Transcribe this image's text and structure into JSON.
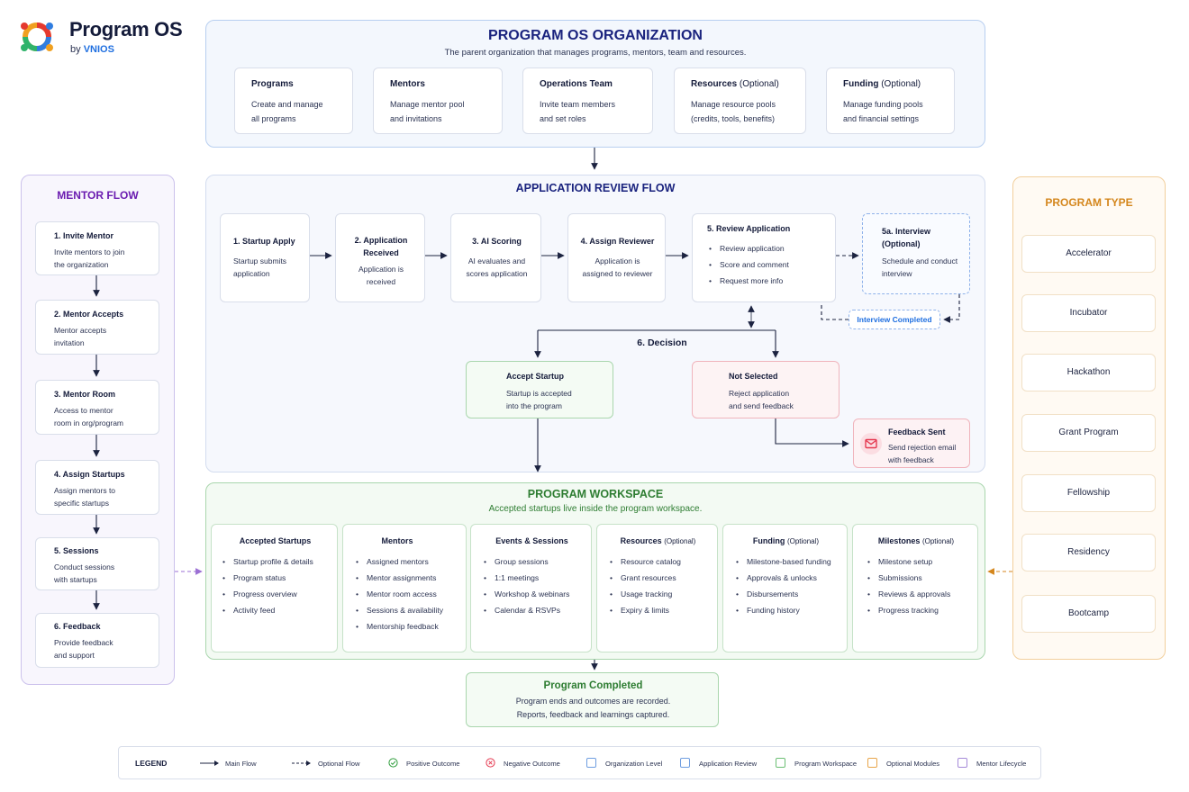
{
  "brand": {
    "name": "Program OS",
    "by": "by",
    "company": "VNIOS"
  },
  "org": {
    "title": "PROGRAM OS ORGANIZATION",
    "subtitle": "The parent organization that manages programs, mentors, team and resources.",
    "cards": [
      {
        "title": "Programs",
        "suffix": "",
        "l1": "Create and manage",
        "l2": "all programs"
      },
      {
        "title": "Mentors",
        "suffix": "",
        "l1": "Manage mentor pool",
        "l2": "and invitations"
      },
      {
        "title": "Operations Team",
        "suffix": "",
        "l1": "Invite team members",
        "l2": "and set roles"
      },
      {
        "title": "Resources",
        "suffix": "(Optional)",
        "l1": "Manage resource pools",
        "l2": "(credits, tools, benefits)"
      },
      {
        "title": "Funding",
        "suffix": "(Optional)",
        "l1": "Manage funding pools",
        "l2": "and financial settings"
      }
    ]
  },
  "mentor_flow": {
    "title": "MENTOR FLOW",
    "steps": [
      {
        "title": "1.  Invite Mentor",
        "l1": "Invite mentors to join",
        "l2": "the organization"
      },
      {
        "title": "2. Mentor Accepts",
        "l1": "Mentor accepts",
        "l2": "invitation"
      },
      {
        "title": "3. Mentor Room",
        "l1": "Access to mentor",
        "l2": "room in org/program"
      },
      {
        "title": "4. Assign Startups",
        "l1": "Assign mentors to",
        "l2": "specific startups"
      },
      {
        "title": "5. Sessions",
        "l1": "Conduct sessions",
        "l2": "with startups"
      },
      {
        "title": "6. Feedback",
        "l1": "Provide feedback",
        "l2": "and support"
      }
    ]
  },
  "review": {
    "title": "APPLICATION REVIEW FLOW",
    "s1": {
      "title": "1. Startup Apply",
      "l1": "Startup submits",
      "l2": "application"
    },
    "s2": {
      "t1": "2. Application",
      "t2": "Received",
      "l1": "Application is",
      "l2": "received"
    },
    "s3": {
      "title": "3. AI Scoring",
      "l1": "AI evaluates and",
      "l2": "scores application"
    },
    "s4": {
      "title": "4. Assign Reviewer",
      "l1": "Application is",
      "l2": "assigned to reviewer"
    },
    "s5": {
      "title": "5. Review Application",
      "items": [
        "Review application",
        "Score and comment",
        "Request more info"
      ]
    },
    "s5a": {
      "t1": "5a. Interview",
      "t2": "(Optional)",
      "l1": "Schedule and conduct",
      "l2": "interview"
    },
    "interview_completed": "Interview Completed",
    "decision": "6. Decision",
    "accept": {
      "title": "Accept Startup",
      "l1": "Startup is accepted",
      "l2": "into the program"
    },
    "reject": {
      "title": "Not Selected",
      "l1": "Reject application",
      "l2": "and send feedback"
    },
    "feedback": {
      "title": "Feedback Sent",
      "l1": "Send rejection email",
      "l2": "with feedback"
    }
  },
  "workspace": {
    "title": "PROGRAM WORKSPACE",
    "subtitle": "Accepted startups live inside the program workspace.",
    "cols": [
      {
        "title": "Accepted Startups",
        "suffix": "",
        "items": [
          "Startup profile & details",
          "Program status",
          "Progress overview",
          "Activity feed"
        ]
      },
      {
        "title": "Mentors",
        "suffix": "",
        "items": [
          "Assigned mentors",
          "Mentor assignments",
          "Mentor room access",
          "Sessions & availability",
          "Mentorship feedback"
        ]
      },
      {
        "title": "Events & Sessions",
        "suffix": "",
        "items": [
          "Group sessions",
          "1:1 meetings",
          "Workshop & webinars",
          "Calendar & RSVPs"
        ]
      },
      {
        "title": "Resources",
        "suffix": "(Optional)",
        "items": [
          "Resource catalog",
          "Grant resources",
          "Usage tracking",
          "Expiry & limits"
        ]
      },
      {
        "title": "Funding",
        "suffix": "(Optional)",
        "items": [
          "Milestone-based funding",
          "Approvals & unlocks",
          "Disbursements",
          "Funding history"
        ]
      },
      {
        "title": "Milestones",
        "suffix": "(Optional)",
        "items": [
          "Milestone setup",
          "Submissions",
          "Reviews & approvals",
          "Progress tracking"
        ]
      }
    ]
  },
  "completed": {
    "title": "Program Completed",
    "l1": "Program ends and outcomes are recorded.",
    "l2": "Reports, feedback and learnings captured."
  },
  "program_type": {
    "title": "PROGRAM TYPE",
    "items": [
      "Accelerator",
      "Incubator",
      "Hackathon",
      "Grant Program",
      "Fellowship",
      "Residency",
      "Bootcamp"
    ]
  },
  "legend": {
    "title": "LEGEND",
    "items": [
      "Main Flow",
      "Optional Flow",
      "Positive Outcome",
      "Negative Outcome",
      "Organization Level",
      "Application Review",
      "Program Workspace",
      "Optional Modules",
      "Mentor Lifecycle"
    ]
  },
  "colors": {
    "navy": "#1a237e",
    "org_border": "#b8cff0",
    "workspace_green": "#2e7d32",
    "program_type_orange": "#d4861c",
    "mentor_purple": "#6a1bb0",
    "reject_red": "#e53950",
    "interview_blue": "#1f6fe0"
  }
}
